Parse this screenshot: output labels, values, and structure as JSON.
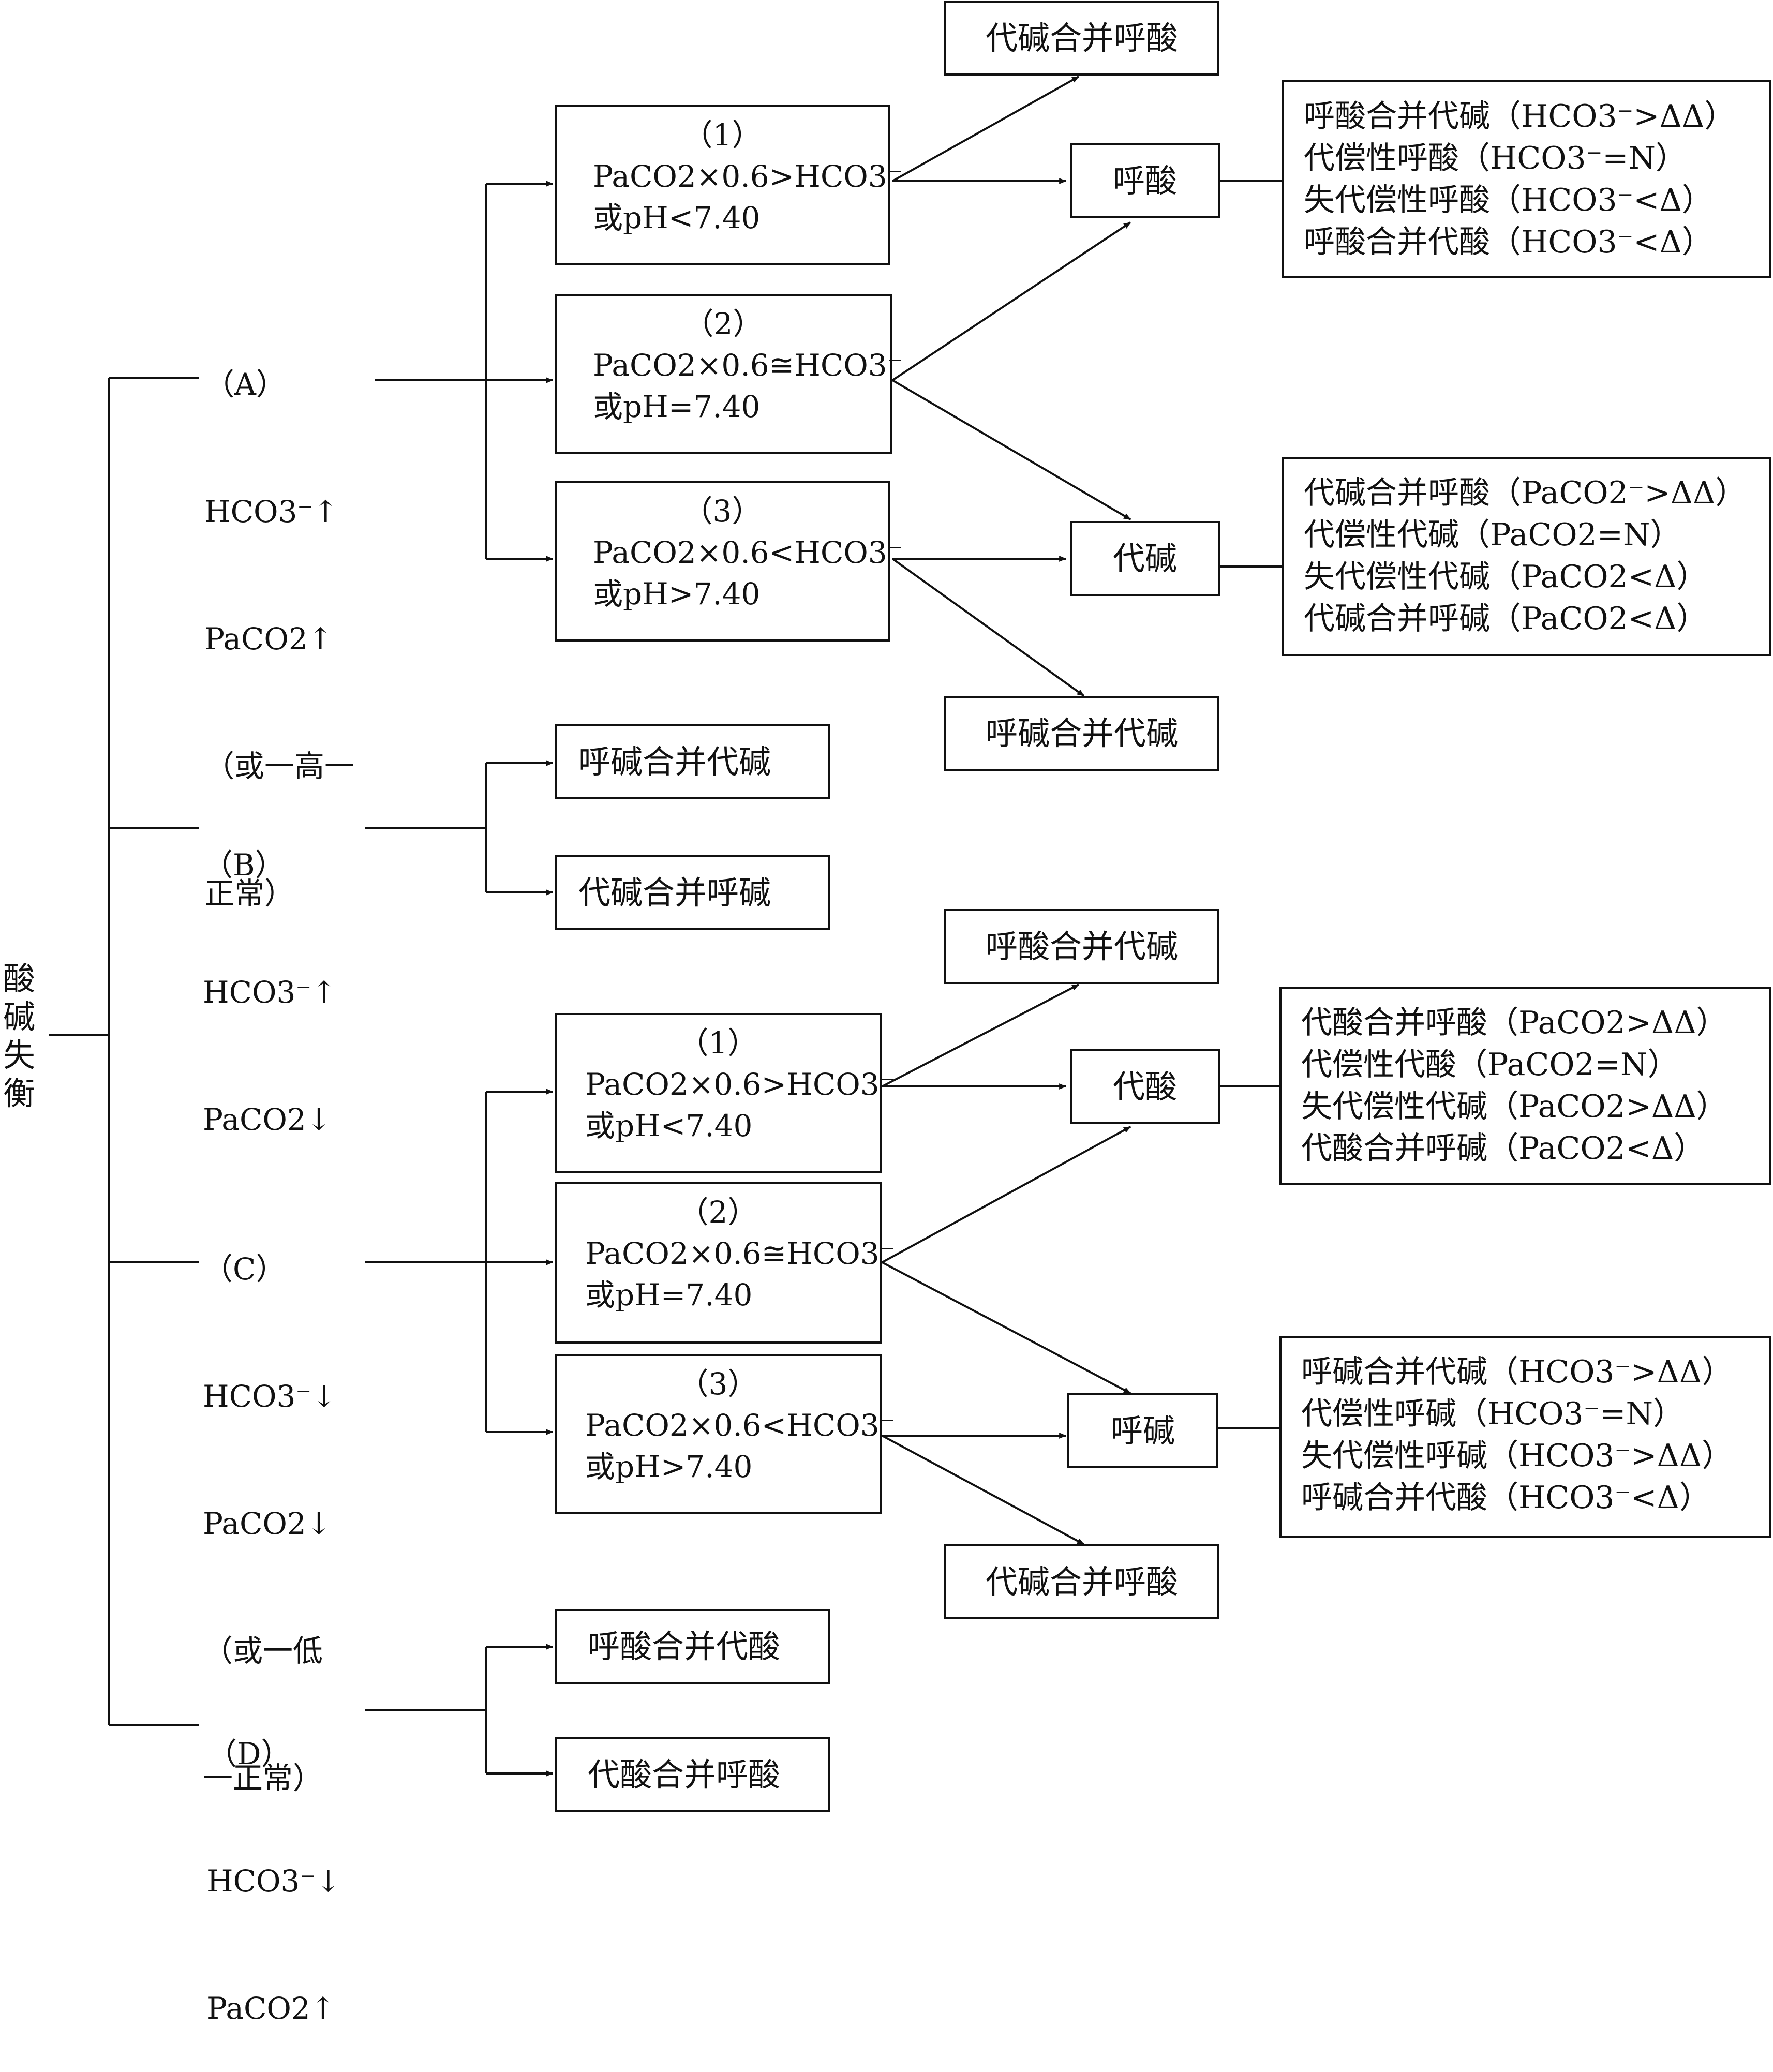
{
  "root": [
    "酸",
    "碱",
    "失",
    "衡"
  ],
  "groups": {
    "A": {
      "label_lines": [
        "（A）",
        "HCO3⁻↑",
        "PaCO2↑",
        "（或一高一",
        "正常）"
      ],
      "conditions": [
        {
          "num": "（1）",
          "formula": "PaCO2×0.6>HCO3⁻",
          "ph": "或pH<7.40"
        },
        {
          "num": "（2）",
          "formula": "PaCO2×0.6≅HCO3⁻",
          "ph": "或pH=7.40"
        },
        {
          "num": "（3）",
          "formula": "PaCO2×0.6<HCO3⁻",
          "ph": "或pH>7.40"
        }
      ],
      "top_box": "代碱合并呼酸",
      "mid_box_1": "呼酸",
      "mid_box_2": "代碱",
      "bottom_box": "呼碱合并代碱",
      "detail_1": [
        "呼酸合并代碱（HCO3⁻>ΔΔ）",
        "代偿性呼酸（HCO3⁻=N）",
        "失代偿性呼酸（HCO3⁻<Δ）",
        "呼酸合并代酸（HCO3⁻<Δ）"
      ],
      "detail_2": [
        "代碱合并呼酸（PaCO2⁻>ΔΔ）",
        "代偿性代碱（PaCO2=N）",
        "失代偿性代碱（PaCO2<Δ）",
        "代碱合并呼碱（PaCO2<Δ）"
      ]
    },
    "B": {
      "label_lines": [
        "（B）",
        "HCO3⁻↑",
        "PaCO2↓"
      ],
      "results": [
        "呼碱合并代碱",
        "代碱合并呼碱"
      ]
    },
    "C": {
      "label_lines": [
        "（C）",
        "HCO3⁻↓",
        "PaCO2↓",
        "（或一低",
        "一正常）"
      ],
      "conditions": [
        {
          "num": "（1）",
          "formula": "PaCO2×0.6>HCO3⁻",
          "ph": "或pH<7.40"
        },
        {
          "num": "（2）",
          "formula": "PaCO2×0.6≅HCO3⁻",
          "ph": "或pH=7.40"
        },
        {
          "num": "（3）",
          "formula": "PaCO2×0.6<HCO3⁻",
          "ph": "或pH>7.40"
        }
      ],
      "top_box": "呼酸合并代碱",
      "mid_box_1": "代酸",
      "mid_box_2": "呼碱",
      "bottom_box": "代碱合并呼酸",
      "detail_1": [
        "代酸合并呼酸（PaCO2>ΔΔ）",
        "代偿性代酸（PaCO2=N）",
        "失代偿性代碱（PaCO2>ΔΔ）",
        "代酸合并呼碱（PaCO2<Δ）"
      ],
      "detail_2": [
        "呼碱合并代碱（HCO3⁻>ΔΔ）",
        "代偿性呼碱（HCO3⁻=N）",
        "失代偿性呼碱（HCO3⁻>ΔΔ）",
        "呼碱合并代酸（HCO3⁻<Δ）"
      ]
    },
    "D": {
      "label_lines": [
        "（D）",
        "HCO3⁻↓",
        "PaCO2↑"
      ],
      "results": [
        "呼酸合并代酸",
        "代酸合并呼酸"
      ]
    }
  }
}
